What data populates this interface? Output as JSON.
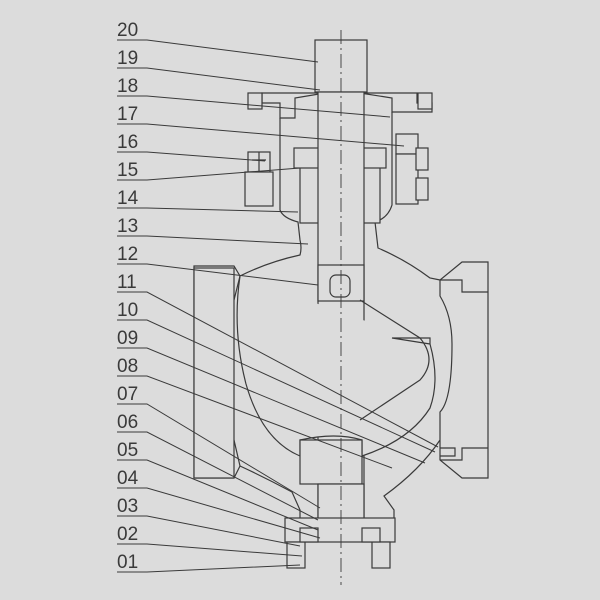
{
  "callouts": [
    {
      "id": "20"
    },
    {
      "id": "19"
    },
    {
      "id": "18"
    },
    {
      "id": "17"
    },
    {
      "id": "16"
    },
    {
      "id": "15"
    },
    {
      "id": "14"
    },
    {
      "id": "13"
    },
    {
      "id": "12"
    },
    {
      "id": "11"
    },
    {
      "id": "10"
    },
    {
      "id": "09"
    },
    {
      "id": "08"
    },
    {
      "id": "07"
    },
    {
      "id": "06"
    },
    {
      "id": "05"
    },
    {
      "id": "04"
    },
    {
      "id": "03"
    },
    {
      "id": "02"
    },
    {
      "id": "01"
    }
  ],
  "colors": {
    "background": "#dcdcdc",
    "line": "#3a3a3a"
  }
}
